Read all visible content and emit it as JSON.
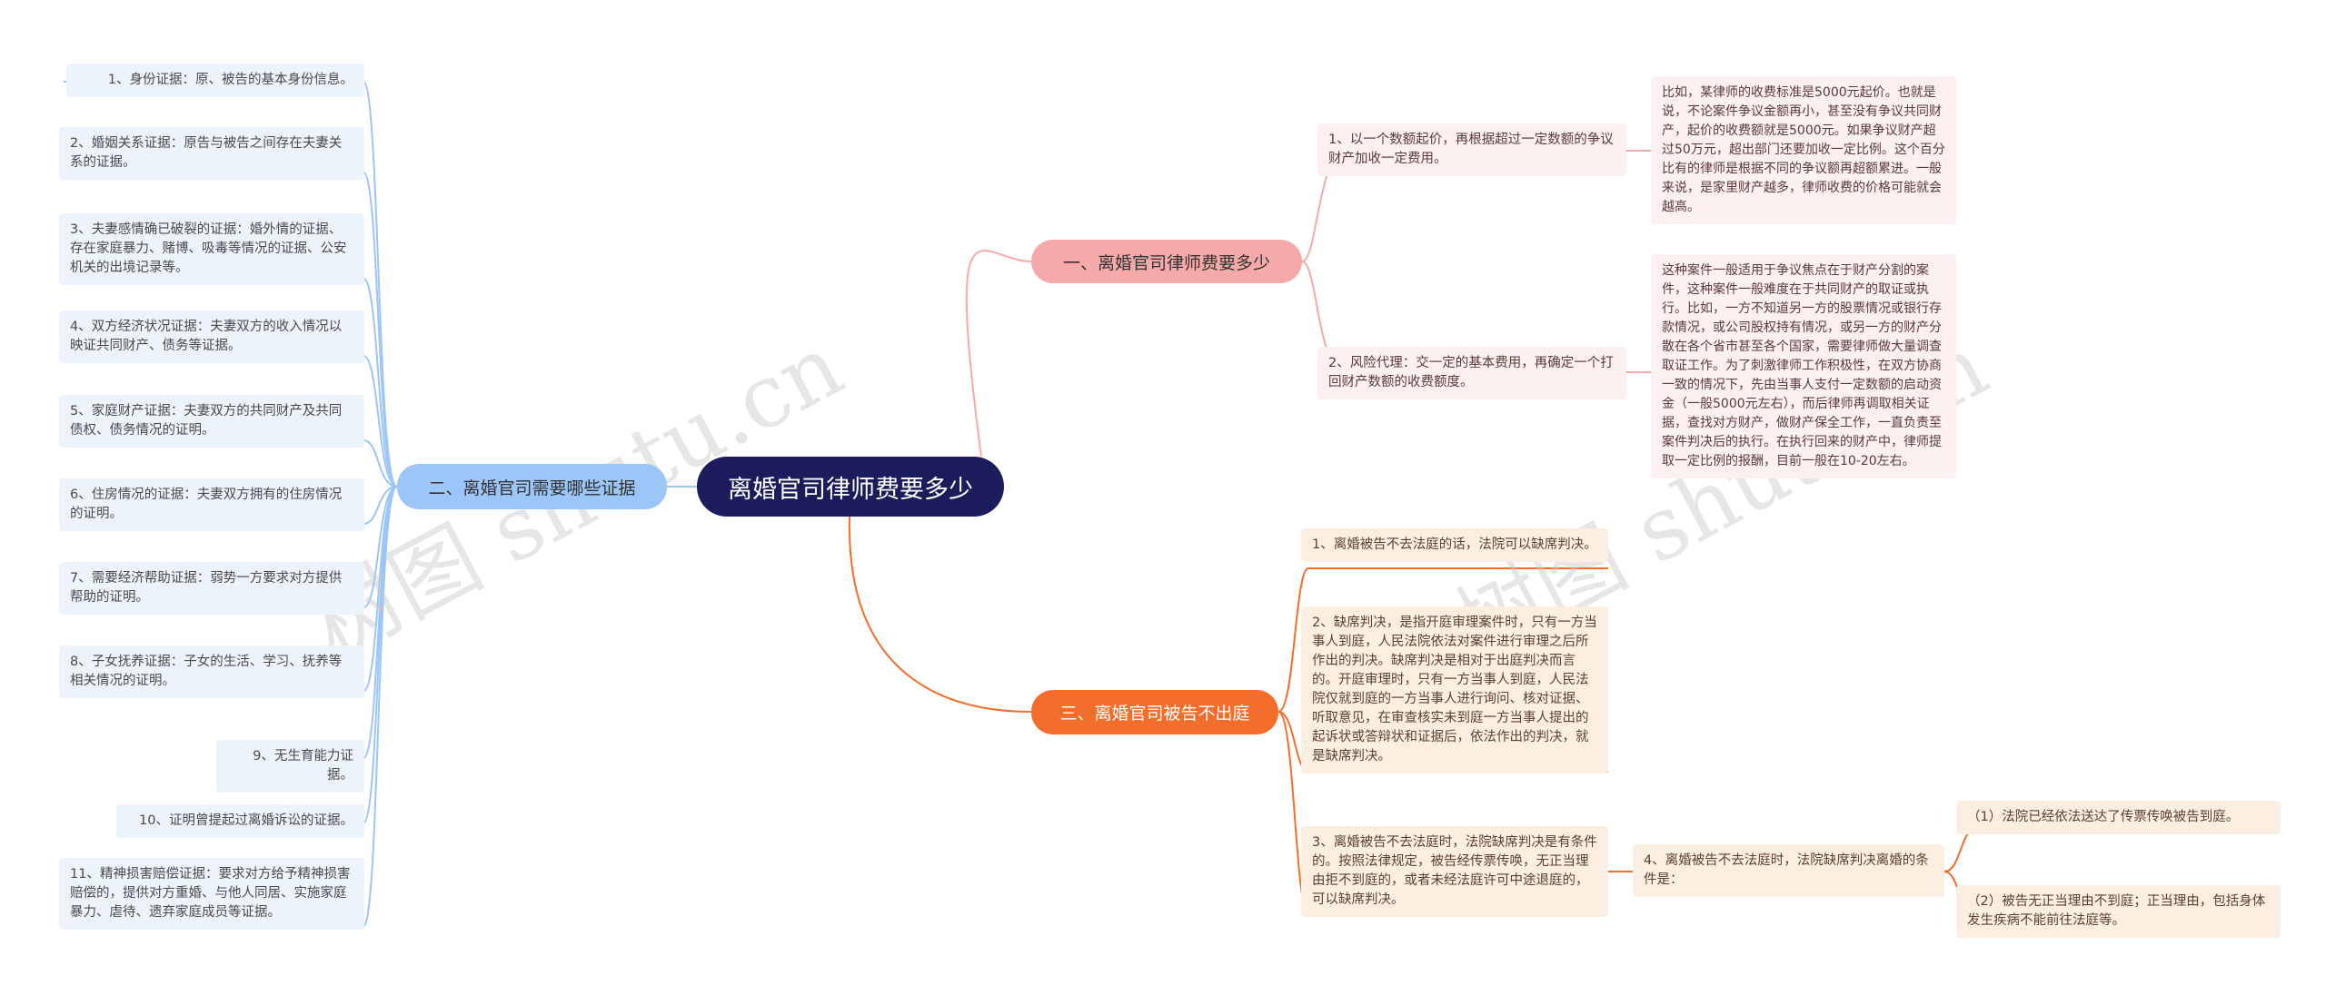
{
  "root": {
    "title": "离婚官司律师费要多少"
  },
  "branches": [
    {
      "label": "一、离婚官司律师费要多少",
      "children": [
        {
          "text": "1、以一个数额起价，再根据超过一定数额的争议财产加收一定费用。"
        },
        {
          "text": "2、风险代理：交一定的基本费用，再确定一个打回财产数额的收费额度。"
        }
      ],
      "details": [
        "比如，某律师的收费标准是5000元起价。也就是说，不论案件争议金额再小，甚至没有争议共同财产，起价的收费额就是5000元。如果争议财产超过50万元，超出部门还要加收一定比例。这个百分比有的律师是根据不同的争议额再超额累进。一般来说，是家里财产越多，律师收费的价格可能就会越高。",
        "这种案件一般适用于争议焦点在于财产分割的案件，这种案件一般难度在于共同财产的取证或执行。比如，一方不知道另一方的股票情况或银行存款情况，或公司股权持有情况，或另一方的财产分散在各个省市甚至各个国家，需要律师做大量调查取证工作。为了刺激律师工作积极性，在双方协商一致的情况下，先由当事人支付一定数额的启动资金（一般5000元左右），而后律师再调取相关证据，查找对方财产，做财产保全工作，一直负责至案件判决后的执行。在执行回来的财产中，律师提取一定比例的报酬，目前一般在10-20左右。"
      ]
    },
    {
      "label": "二、离婚官司需要哪些证据",
      "children": [
        {
          "text": "1、身份证据：原、被告的基本身份信息。"
        },
        {
          "text": "2、婚姻关系证据：原告与被告之间存在夫妻关系的证据。"
        },
        {
          "text": "3、夫妻感情确已破裂的证据：婚外情的证据、存在家庭暴力、赌博、吸毒等情况的证据、公安机关的出境记录等。"
        },
        {
          "text": "4、双方经济状况证据：夫妻双方的收入情况以映证共同财产、债务等证据。"
        },
        {
          "text": "5、家庭财产证据：夫妻双方的共同财产及共同债权、债务情况的证明。"
        },
        {
          "text": "6、住房情况的证据：夫妻双方拥有的住房情况的证明。"
        },
        {
          "text": "7、需要经济帮助证据：弱势一方要求对方提供帮助的证明。"
        },
        {
          "text": "8、子女抚养证据：子女的生活、学习、抚养等相关情况的证明。"
        },
        {
          "text": "9、无生育能力证据。"
        },
        {
          "text": "10、证明曾提起过离婚诉讼的证据。"
        },
        {
          "text": "11、精神损害赔偿证据：要求对方给予精神损害赔偿的，提供对方重婚、与他人同居、实施家庭暴力、虐待、遗弃家庭成员等证据。"
        }
      ]
    },
    {
      "label": "三、离婚官司被告不出庭",
      "children": [
        {
          "text": "1、离婚被告不去法庭的话，法院可以缺席判决。"
        },
        {
          "text": "2、缺席判决，是指开庭审理案件时，只有一方当事人到庭，人民法院依法对案件进行审理之后所作出的判决。缺席判决是相对于出庭判决而言的。开庭审理时，只有一方当事人到庭，人民法院仅就到庭的一方当事人进行询问、核对证据、听取意见，在审查核实未到庭一方当事人提出的起诉状或答辩状和证据后，依法作出的判决，就是缺席判决。"
        },
        {
          "text": "3、离婚被告不去法庭时，法院缺席判决是有条件的。按照法律规定，被告经传票传唤，无正当理由拒不到庭的，或者未经法庭许可中途退庭的，可以缺席判决。"
        }
      ],
      "sub": {
        "text": "4、离婚被告不去法庭时，法院缺席判决离婚的条件是：",
        "items": [
          "（1）法院已经依法送达了传票传唤被告到庭。",
          "（2）被告无正当理由不到庭；正当理由，包括身体发生疾病不能前往法庭等。"
        ]
      }
    }
  ],
  "watermarks": [
    "树图 shutu.cn",
    "树图 shutu.cn"
  ],
  "colors": {
    "root": "#1b1c5c",
    "branch1": "#f6a9a9",
    "branch2": "#9cc5f8",
    "branch3": "#f36d2b"
  }
}
